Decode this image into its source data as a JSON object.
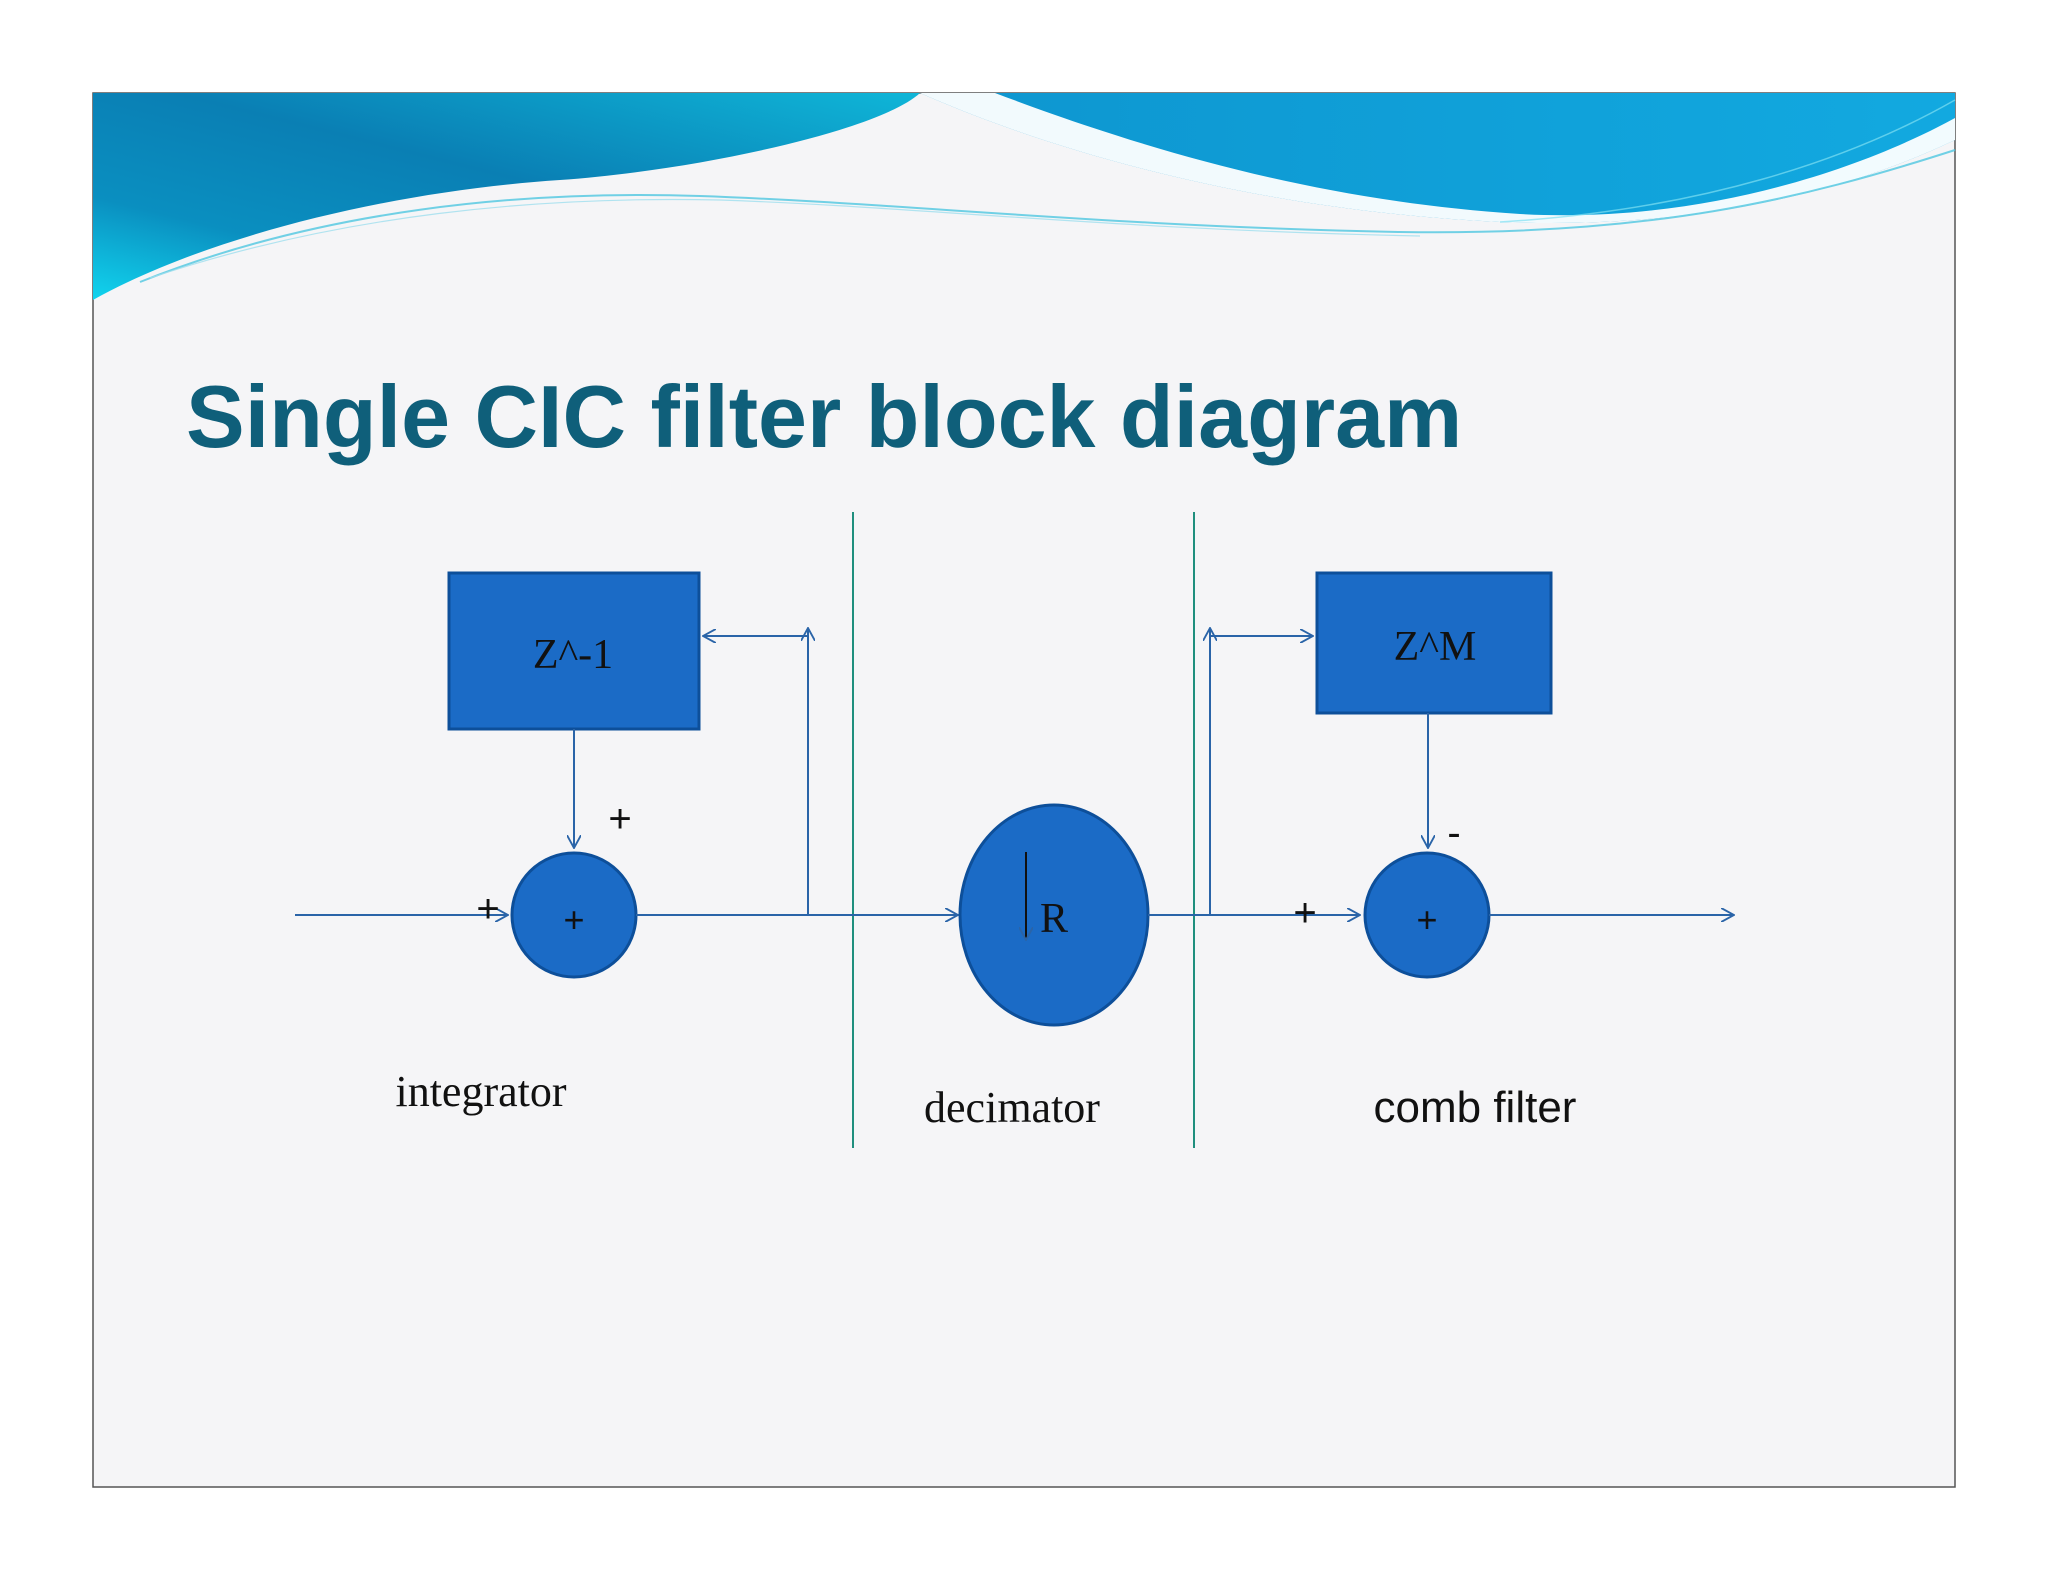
{
  "slide": {
    "title": "Single CIC filter block diagram"
  },
  "diagram": {
    "integrator": {
      "delay_label": "Z^-1",
      "adder_label": "+",
      "feedback_sign": "+",
      "input_sign": "+",
      "caption": "integrator"
    },
    "decimator": {
      "label": "R",
      "caption": "decimator"
    },
    "comb": {
      "delay_label": "Z^M",
      "adder_label": "+",
      "delay_sign": "-",
      "input_sign": "+",
      "caption": "comb filter"
    }
  },
  "colors": {
    "block_fill": "#1b6bc6",
    "block_stroke": "#0d4f9a",
    "line": "#2a64a8",
    "divider": "#1f8f7e",
    "title": "#0f5f7a",
    "slide_bg": "#f5f5f7"
  }
}
